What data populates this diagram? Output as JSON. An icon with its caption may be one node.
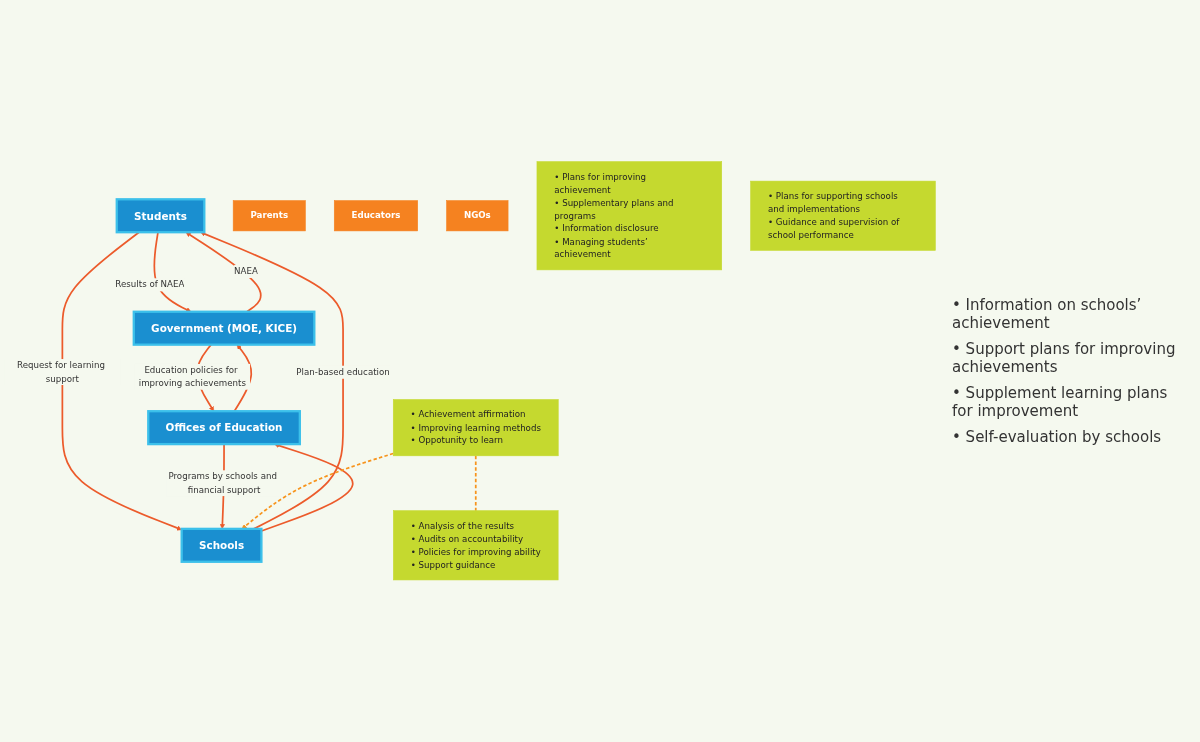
{
  "diagram": {
    "nodes": [
      {
        "text": [
          "Students"
        ]
      },
      {
        "text": [
          "Government (MOE, KICE)"
        ]
      },
      {
        "text": [
          "Schools"
        ]
      },
      {
        "text": [
          "Offices of Education"
        ]
      },
      {
        "text": [
          "• Achievement affirmation",
          "• Improving learning methods",
          "• Oppotunity to learn"
        ]
      },
      {
        "text": [
          "• Analysis of the results",
          "• Audits on accountability",
          "• Policies for improving ability",
          "• Support guidance"
        ]
      },
      {
        "text": [
          "Parents"
        ]
      },
      {
        "text": [
          "Educators"
        ]
      },
      {
        "text": [
          "NGOs"
        ]
      },
      {
        "text": [
          "• Plans for improving achievement",
          "• Supplementary plans and programs",
          "• Information disclosure",
          "• Managing students’ achievement"
        ]
      },
      {
        "text": [
          "• Plans for supporting schools and implementations",
          "• Guidance and supervision of school performance"
        ]
      }
    ],
    "edges": [
      {
        "from": 0,
        "to": 1,
        "arrow": "to",
        "label": "Results of NAEA"
      },
      {
        "from": 1,
        "to": 0,
        "arrow": "to",
        "label": "NAEA"
      },
      {
        "from": 2,
        "to": 0,
        "arrow": "to",
        "label": "Plan-based education"
      },
      {
        "from": 0,
        "to": 2,
        "arrow": "to",
        "label": "Request for learning support"
      },
      {
        "from": 1,
        "to": 3,
        "arrow": "to",
        "label": "Education policies for improving achievements"
      },
      {
        "from": 3,
        "to": 1,
        "arrow": "to"
      },
      {
        "from": 2,
        "to": 3,
        "arrow": "to"
      },
      {
        "from": 3,
        "to": 2,
        "arrow": "to",
        "label": "Programs by schools and financial support"
      },
      {
        "from": 4,
        "to": 5,
        "arrow": "none",
        "style": "dashed",
        "color": "#f7941d"
      },
      {
        "from": 4,
        "to": 2,
        "arrow": "to",
        "style": "dashed",
        "color": "#f7941d"
      }
    ],
    "labels": [
      "• Information on schools’ achievement",
      "• Support plans for improving achievements",
      "• Supplement learning plans for improvement",
      "• Self-evaluation by schools"
    ]
  }
}
